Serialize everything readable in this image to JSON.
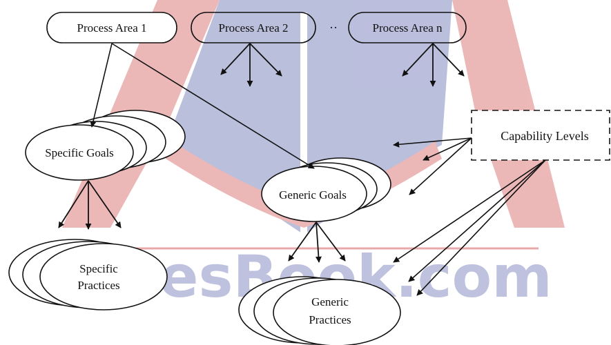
{
  "diagram": {
    "process_areas": [
      "Process Area 1",
      "Process Area 2",
      "Process Area n"
    ],
    "ellipsis": "··",
    "specific_goals": "Specific Goals",
    "generic_goals": "Generic Goals",
    "capability_levels": "Capability Levels",
    "specific_practices": [
      "Specific",
      "Practices"
    ],
    "generic_practices": [
      "Generic",
      "Practices"
    ]
  },
  "watermark": {
    "text": "CluesBook.com",
    "colors": {
      "logo_red": "#e8a0a0",
      "logo_blue": "#a9aed0",
      "text": "#a8aed2"
    }
  }
}
